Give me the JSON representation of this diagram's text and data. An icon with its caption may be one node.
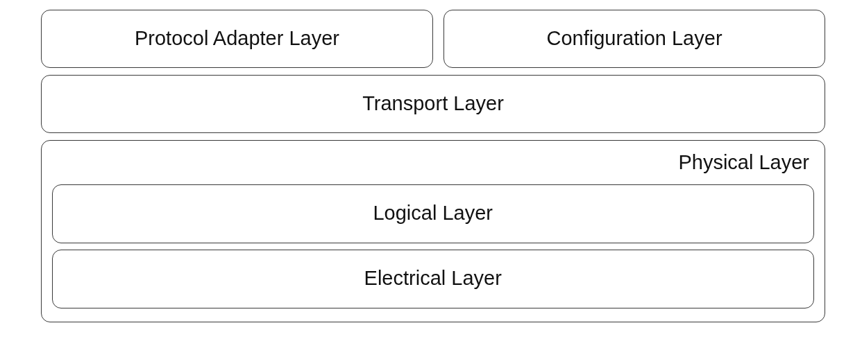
{
  "diagram": {
    "nodes": [
      {
        "text": [
          "Protocol Adapter Layer"
        ]
      },
      {
        "text": [
          "Configuration Layer"
        ]
      },
      {
        "text": [
          "Transport Layer"
        ]
      },
      {
        "text": [
          "Physical Layer"
        ]
      },
      {
        "text": [
          "Logical Layer"
        ],
        "in": 3
      },
      {
        "text": [
          "Electrical Layer"
        ],
        "in": 3
      }
    ]
  }
}
